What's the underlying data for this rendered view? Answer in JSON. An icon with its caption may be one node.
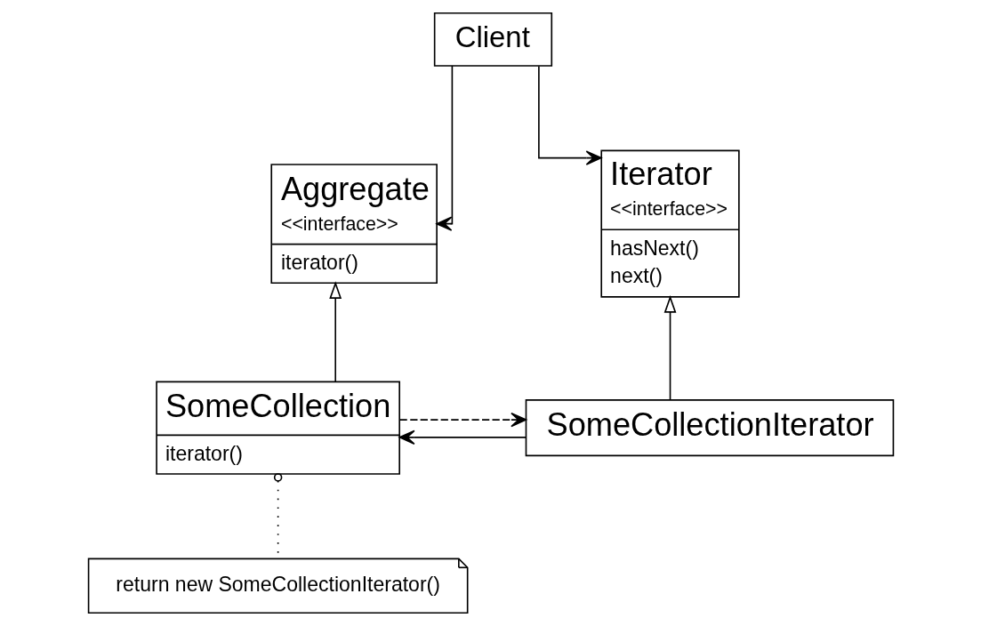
{
  "diagram": {
    "nodes": [
      {
        "text": [
          "Client"
        ]
      },
      {
        "text": [
          "Aggregate",
          "<<interface>>",
          "iterator()"
        ]
      },
      {
        "text": [
          "Iterator",
          "<<interface>>",
          "hasNext()",
          "next()"
        ]
      },
      {
        "text": [
          "SomeCollection",
          "iterator()"
        ]
      },
      {
        "text": [
          "SomeCollectionIterator"
        ]
      },
      {
        "text": [
          "return new SomeCollectionIterator()"
        ]
      }
    ],
    "edges": [
      {
        "from": 0,
        "to": 1,
        "arrow": "to"
      },
      {
        "from": 0,
        "to": 2,
        "arrow": "to"
      },
      {
        "from": 3,
        "to": 1,
        "arrow": "to"
      },
      {
        "from": 4,
        "to": 2,
        "arrow": "to"
      },
      {
        "from": 4,
        "to": 3,
        "arrow": "to"
      },
      {
        "from": 3,
        "to": 4,
        "arrow": "to",
        "style": "dashed"
      },
      {
        "from": 5,
        "to": 3,
        "arrow": "other",
        "style": "dashed"
      }
    ]
  }
}
